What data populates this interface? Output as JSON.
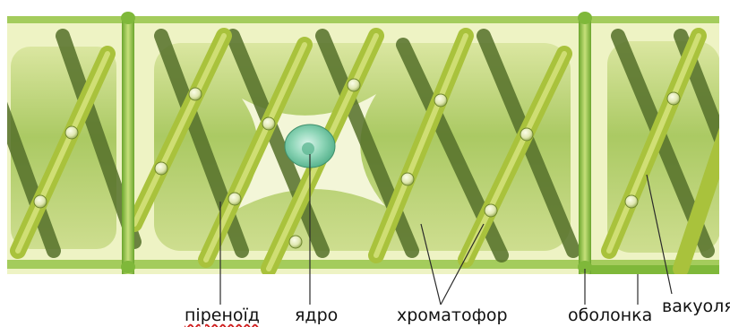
{
  "labels": {
    "pyrenoid": "піреноїд",
    "nucleus": "ядро",
    "chromatophore": "хроматофор",
    "cell_wall": "оболонка",
    "vacuole": "вакуоля"
  },
  "colors": {
    "cytoplasm": "#eef3c4",
    "vacuole": "#a9c95a",
    "chromatophore": "#a8bf3a",
    "chromatophore_dark": "#4f6a1f",
    "pyrenoid": "#dfe7b0",
    "cell_wall": "#7fb83a",
    "nucleus": "#7fcfae",
    "leader_line": "#2a2a2a"
  },
  "icons": {
    "spiral_band": "spiral-chromatophore-band",
    "nucleus": "nucleus-with-nucleolus"
  }
}
